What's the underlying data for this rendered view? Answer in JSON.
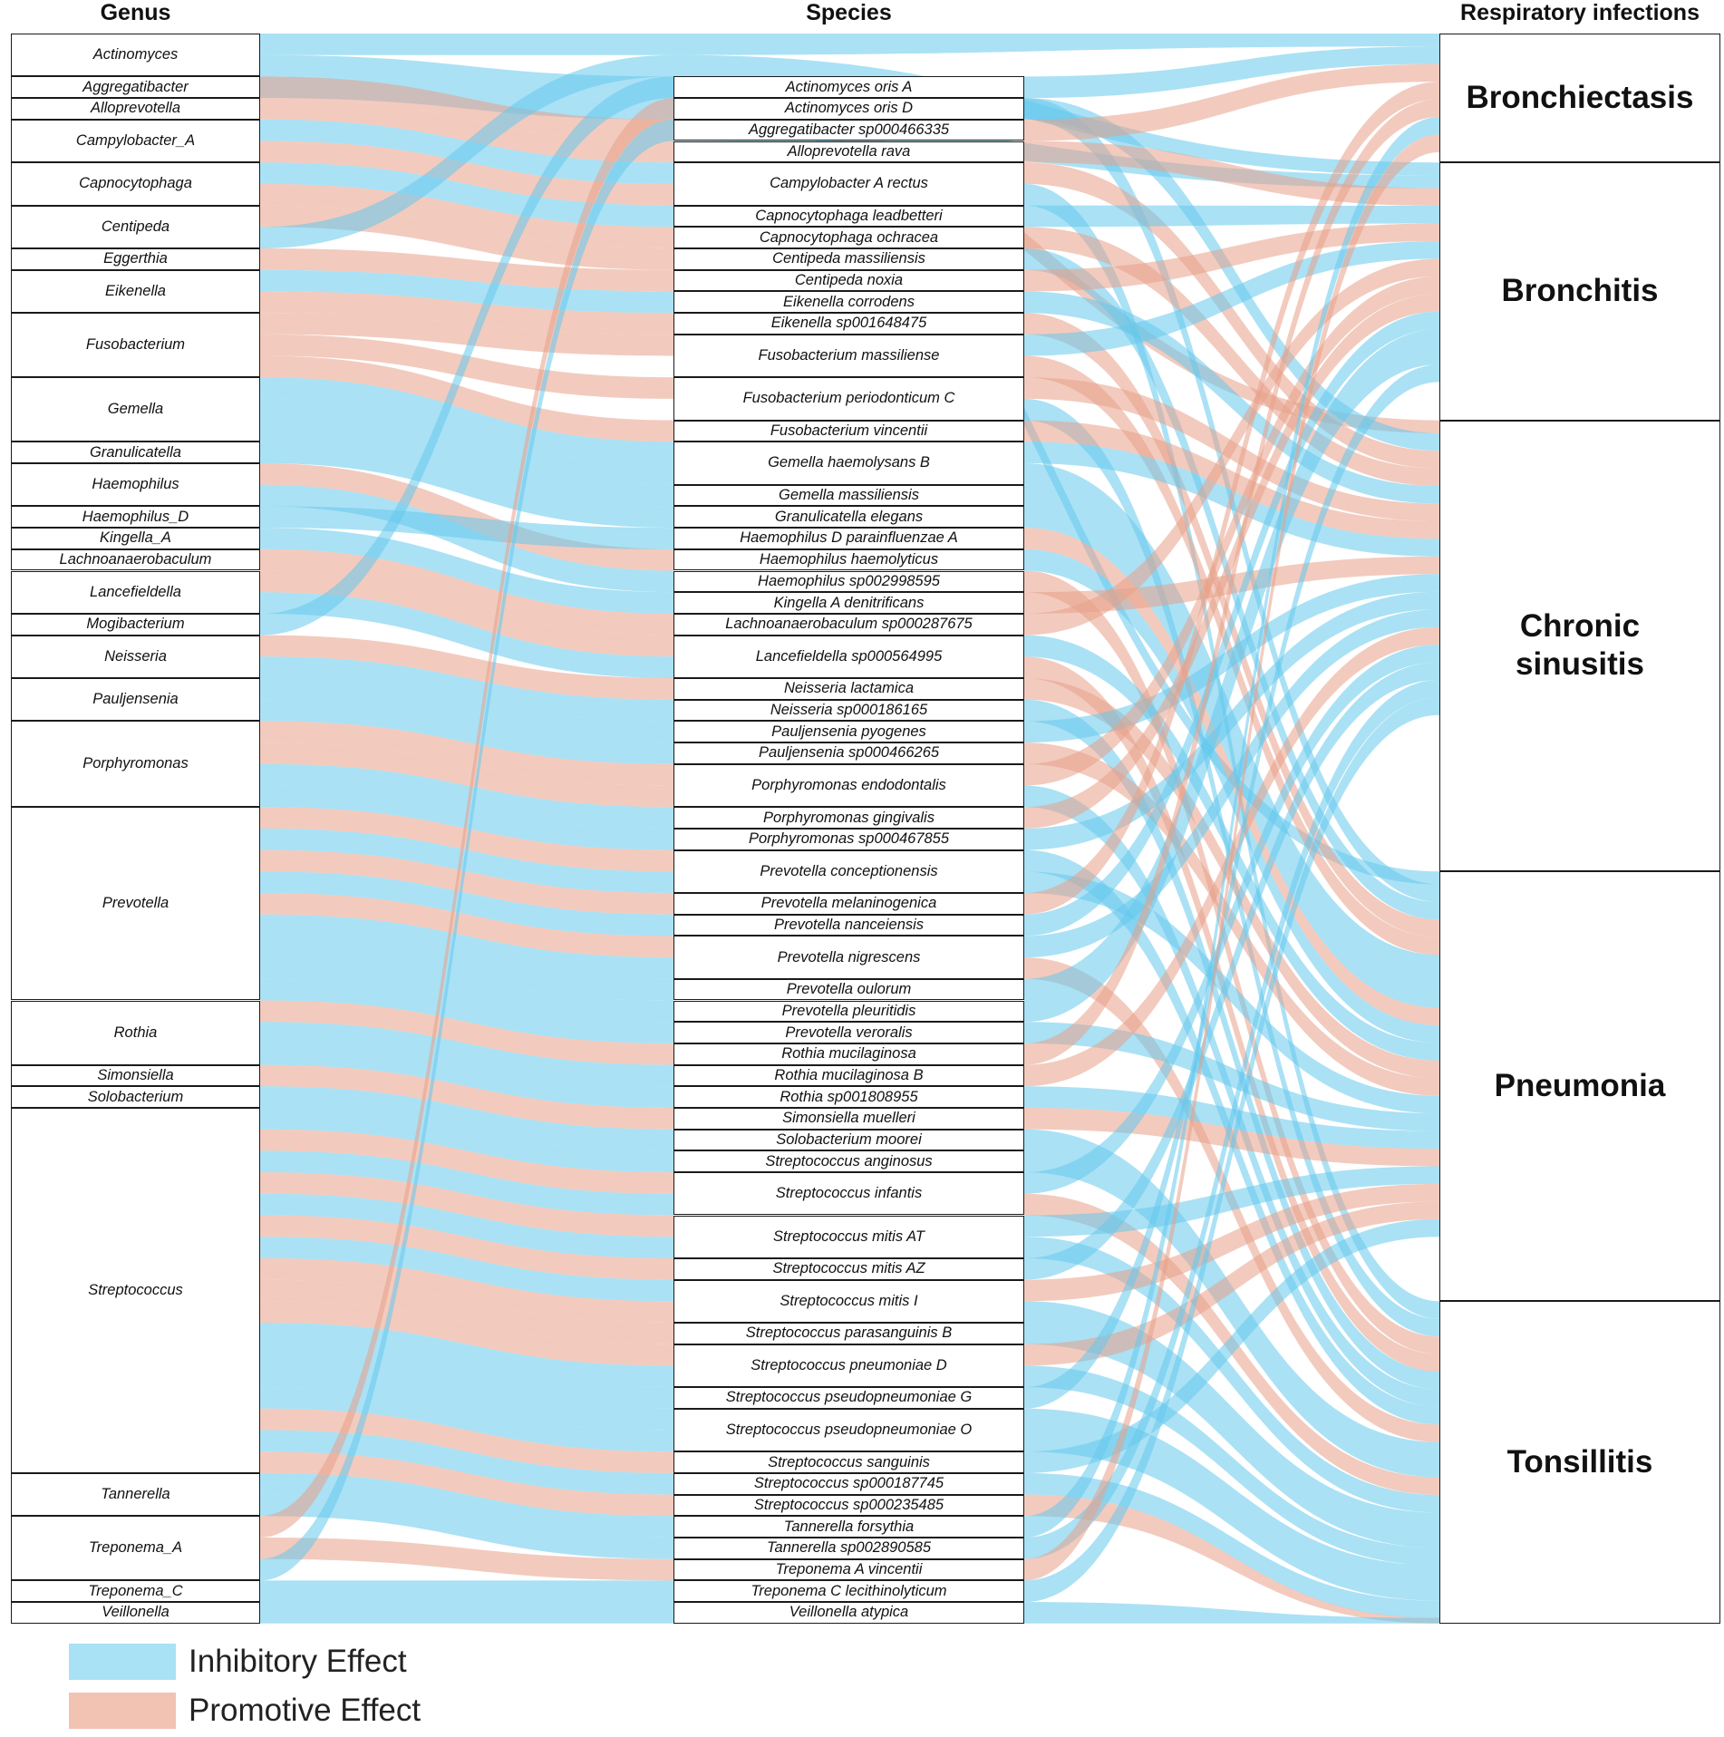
{
  "headers": {
    "genus": "Genus",
    "species": "Species",
    "infections": "Respiratory infections"
  },
  "colors": {
    "inhibitory": "#64c8ec",
    "promotive": "#e8a088",
    "node_border": "#1a1a1a"
  },
  "legend": {
    "inhibitory": "Inhibitory Effect",
    "promotive": "Promotive Effect"
  },
  "genus": [
    {
      "label": "Actinomyces",
      "w": 2
    },
    {
      "label": "Aggregatibacter",
      "w": 1
    },
    {
      "label": "Alloprevotella",
      "w": 1
    },
    {
      "label": "Campylobacter_A",
      "w": 2
    },
    {
      "label": "Capnocytophaga",
      "w": 2
    },
    {
      "label": "Centipeda",
      "w": 2
    },
    {
      "label": "Eggerthia",
      "w": 1
    },
    {
      "label": "Eikenella",
      "w": 2
    },
    {
      "label": "Fusobacterium",
      "w": 3
    },
    {
      "label": "Gemella",
      "w": 3
    },
    {
      "label": "Granulicatella",
      "w": 1
    },
    {
      "label": "Haemophilus",
      "w": 2
    },
    {
      "label": "Haemophilus_D",
      "w": 1
    },
    {
      "label": "Kingella_A",
      "w": 1
    },
    {
      "label": "Lachnoanaerobaculum",
      "w": 1
    },
    {
      "label": "Lancefieldella",
      "w": 2
    },
    {
      "label": "Mogibacterium",
      "w": 1
    },
    {
      "label": "Neisseria",
      "w": 2
    },
    {
      "label": "Pauljensenia",
      "w": 2
    },
    {
      "label": "Porphyromonas",
      "w": 4
    },
    {
      "label": "Prevotella",
      "w": 9
    },
    {
      "label": "Rothia",
      "w": 3
    },
    {
      "label": "Simonsiella",
      "w": 1
    },
    {
      "label": "Solobacterium",
      "w": 1
    },
    {
      "label": "Streptococcus",
      "w": 17
    },
    {
      "label": "Tannerella",
      "w": 2
    },
    {
      "label": "Treponema_A",
      "w": 3
    },
    {
      "label": "Treponema_C",
      "w": 1
    },
    {
      "label": "Veillonella",
      "w": 1
    }
  ],
  "species_top_gap_units": 2,
  "species": [
    {
      "label": "Actinomyces oris A",
      "w": 1
    },
    {
      "label": "Actinomyces oris D",
      "w": 1
    },
    {
      "label": "Aggregatibacter sp000466335",
      "w": 1
    },
    {
      "label": "Alloprevotella rava",
      "w": 1
    },
    {
      "label": "Campylobacter A rectus",
      "w": 2
    },
    {
      "label": "Capnocytophaga leadbetteri",
      "w": 1
    },
    {
      "label": "Capnocytophaga ochracea",
      "w": 1
    },
    {
      "label": "Centipeda massiliensis",
      "w": 1
    },
    {
      "label": "Centipeda noxia",
      "w": 1
    },
    {
      "label": "Eikenella corrodens",
      "w": 1
    },
    {
      "label": "Eikenella sp001648475",
      "w": 1
    },
    {
      "label": "Fusobacterium massiliense",
      "w": 2
    },
    {
      "label": "Fusobacterium periodonticum C",
      "w": 2
    },
    {
      "label": "Fusobacterium vincentii",
      "w": 1
    },
    {
      "label": "Gemella haemolysans B",
      "w": 2
    },
    {
      "label": "Gemella massiliensis",
      "w": 1
    },
    {
      "label": "Granulicatella elegans",
      "w": 1
    },
    {
      "label": "Haemophilus D parainfluenzae A",
      "w": 1
    },
    {
      "label": "Haemophilus haemolyticus",
      "w": 1
    },
    {
      "label": "Haemophilus sp002998595",
      "w": 1
    },
    {
      "label": "Kingella A denitrificans",
      "w": 1
    },
    {
      "label": "Lachnoanaerobaculum sp000287675",
      "w": 1
    },
    {
      "label": "Lancefieldella sp000564995",
      "w": 2
    },
    {
      "label": "Neisseria lactamica",
      "w": 1
    },
    {
      "label": "Neisseria sp000186165",
      "w": 1
    },
    {
      "label": "Pauljensenia pyogenes",
      "w": 1
    },
    {
      "label": "Pauljensenia sp000466265",
      "w": 1
    },
    {
      "label": "Porphyromonas endodontalis",
      "w": 2
    },
    {
      "label": "Porphyromonas gingivalis",
      "w": 1
    },
    {
      "label": "Porphyromonas sp000467855",
      "w": 1
    },
    {
      "label": "Prevotella conceptionensis",
      "w": 2
    },
    {
      "label": "Prevotella melaninogenica",
      "w": 1
    },
    {
      "label": "Prevotella nanceiensis",
      "w": 1
    },
    {
      "label": "Prevotella nigrescens",
      "w": 2
    },
    {
      "label": "Prevotella oulorum",
      "w": 1
    },
    {
      "label": "Prevotella pleuritidis",
      "w": 1
    },
    {
      "label": "Prevotella veroralis",
      "w": 1
    },
    {
      "label": "Rothia mucilaginosa",
      "w": 1
    },
    {
      "label": "Rothia mucilaginosa B",
      "w": 1
    },
    {
      "label": "Rothia sp001808955",
      "w": 1
    },
    {
      "label": "Simonsiella muelleri",
      "w": 1
    },
    {
      "label": "Solobacterium moorei",
      "w": 1
    },
    {
      "label": "Streptococcus anginosus",
      "w": 1
    },
    {
      "label": "Streptococcus infantis",
      "w": 2
    },
    {
      "label": "Streptococcus mitis AT",
      "w": 2
    },
    {
      "label": "Streptococcus mitis AZ",
      "w": 1
    },
    {
      "label": "Streptococcus mitis I",
      "w": 2
    },
    {
      "label": "Streptococcus parasanguinis B",
      "w": 1
    },
    {
      "label": "Streptococcus pneumoniae D",
      "w": 2
    },
    {
      "label": "Streptococcus pseudopneumoniae G",
      "w": 1
    },
    {
      "label": "Streptococcus pseudopneumoniae O",
      "w": 2
    },
    {
      "label": "Streptococcus sanguinis",
      "w": 1
    },
    {
      "label": "Streptococcus sp000187745",
      "w": 1
    },
    {
      "label": "Streptococcus sp000235485",
      "w": 1
    },
    {
      "label": "Tannerella forsythia",
      "w": 1
    },
    {
      "label": "Tannerella sp002890585",
      "w": 1
    },
    {
      "label": "Treponema A vincentii",
      "w": 1
    },
    {
      "label": "Treponema C lecithinolyticum",
      "w": 1
    },
    {
      "label": "Veillonella atypica",
      "w": 1
    }
  ],
  "infections": [
    {
      "label": "Bronchiectasis",
      "w": 6
    },
    {
      "label": "Bronchitis",
      "w": 12
    },
    {
      "label": "Chronic\nsinusitis",
      "w": 21
    },
    {
      "label": "Pneumonia",
      "w": 20
    },
    {
      "label": "Tonsillitis",
      "w": 15
    }
  ],
  "flows_gs": [
    [
      0,
      -1,
      "i"
    ],
    [
      0,
      0,
      "i"
    ],
    [
      0,
      1,
      "i"
    ],
    [
      1,
      2,
      "p"
    ],
    [
      2,
      3,
      "p"
    ],
    [
      3,
      4,
      "i"
    ],
    [
      3,
      4,
      "p"
    ],
    [
      4,
      5,
      "i"
    ],
    [
      4,
      6,
      "p"
    ],
    [
      5,
      7,
      "p"
    ],
    [
      5,
      -1,
      "i"
    ],
    [
      6,
      8,
      "p"
    ],
    [
      7,
      9,
      "i"
    ],
    [
      7,
      10,
      "p"
    ],
    [
      8,
      11,
      "p"
    ],
    [
      8,
      12,
      "p"
    ],
    [
      8,
      13,
      "p"
    ],
    [
      9,
      14,
      "i"
    ],
    [
      9,
      14,
      "i"
    ],
    [
      9,
      15,
      "i"
    ],
    [
      10,
      16,
      "i"
    ],
    [
      11,
      18,
      "p"
    ],
    [
      11,
      19,
      "i"
    ],
    [
      12,
      17,
      "i"
    ],
    [
      13,
      20,
      "i"
    ],
    [
      14,
      21,
      "p"
    ],
    [
      15,
      22,
      "p"
    ],
    [
      15,
      22,
      "i"
    ],
    [
      16,
      -1,
      "i"
    ],
    [
      17,
      23,
      "p"
    ],
    [
      17,
      24,
      "i"
    ],
    [
      18,
      25,
      "i"
    ],
    [
      18,
      26,
      "i"
    ],
    [
      19,
      27,
      "p"
    ],
    [
      19,
      27,
      "p"
    ],
    [
      19,
      28,
      "i"
    ],
    [
      19,
      29,
      "i"
    ],
    [
      20,
      30,
      "p"
    ],
    [
      20,
      30,
      "i"
    ],
    [
      20,
      31,
      "p"
    ],
    [
      20,
      32,
      "i"
    ],
    [
      20,
      33,
      "p"
    ],
    [
      20,
      33,
      "i"
    ],
    [
      20,
      34,
      "i"
    ],
    [
      20,
      35,
      "i"
    ],
    [
      20,
      36,
      "i"
    ],
    [
      21,
      37,
      "p"
    ],
    [
      21,
      38,
      "i"
    ],
    [
      21,
      39,
      "i"
    ],
    [
      22,
      40,
      "p"
    ],
    [
      23,
      41,
      "i"
    ],
    [
      24,
      42,
      "i"
    ],
    [
      24,
      43,
      "p"
    ],
    [
      24,
      43,
      "i"
    ],
    [
      24,
      44,
      "p"
    ],
    [
      24,
      44,
      "i"
    ],
    [
      24,
      45,
      "p"
    ],
    [
      24,
      46,
      "i"
    ],
    [
      24,
      46,
      "p"
    ],
    [
      24,
      47,
      "p"
    ],
    [
      24,
      48,
      "p"
    ],
    [
      24,
      48,
      "i"
    ],
    [
      24,
      49,
      "i"
    ],
    [
      24,
      50,
      "i"
    ],
    [
      24,
      50,
      "i"
    ],
    [
      24,
      51,
      "p"
    ],
    [
      24,
      52,
      "i"
    ],
    [
      24,
      53,
      "p"
    ],
    [
      25,
      54,
      "i"
    ],
    [
      25,
      55,
      "i"
    ],
    [
      26,
      -1,
      "p"
    ],
    [
      26,
      56,
      "p"
    ],
    [
      26,
      -1,
      "i"
    ],
    [
      27,
      57,
      "i"
    ],
    [
      28,
      58,
      "i"
    ]
  ],
  "flows_si": [
    [
      0,
      0,
      "i"
    ],
    [
      0,
      3,
      "i"
    ],
    [
      1,
      2,
      "i"
    ],
    [
      2,
      0,
      "p"
    ],
    [
      3,
      1,
      "p"
    ],
    [
      4,
      2,
      "p"
    ],
    [
      4,
      4,
      "i"
    ],
    [
      5,
      1,
      "i"
    ],
    [
      6,
      2,
      "p"
    ],
    [
      7,
      3,
      "i"
    ],
    [
      8,
      1,
      "p"
    ],
    [
      9,
      2,
      "i"
    ],
    [
      10,
      3,
      "p"
    ],
    [
      11,
      1,
      "i"
    ],
    [
      11,
      3,
      "p"
    ],
    [
      12,
      2,
      "p"
    ],
    [
      12,
      4,
      "i"
    ],
    [
      13,
      2,
      "p"
    ],
    [
      14,
      2,
      "i"
    ],
    [
      14,
      3,
      "i"
    ],
    [
      15,
      3,
      "i"
    ],
    [
      16,
      3,
      "i"
    ],
    [
      17,
      3,
      "p"
    ],
    [
      18,
      3,
      "i"
    ],
    [
      19,
      4,
      "p"
    ],
    [
      20,
      2,
      "p"
    ],
    [
      21,
      1,
      "p"
    ],
    [
      22,
      3,
      "i"
    ],
    [
      22,
      4,
      "p"
    ],
    [
      23,
      3,
      "p"
    ],
    [
      24,
      4,
      "i"
    ],
    [
      25,
      2,
      "i"
    ],
    [
      26,
      3,
      "p"
    ],
    [
      27,
      1,
      "p"
    ],
    [
      27,
      4,
      "i"
    ],
    [
      28,
      1,
      "p"
    ],
    [
      29,
      2,
      "i"
    ],
    [
      30,
      4,
      "i"
    ],
    [
      30,
      3,
      "i"
    ],
    [
      31,
      0,
      "p"
    ],
    [
      32,
      1,
      "i"
    ],
    [
      33,
      2,
      "i"
    ],
    [
      33,
      4,
      "p"
    ],
    [
      34,
      1,
      "i"
    ],
    [
      35,
      1,
      "i"
    ],
    [
      36,
      3,
      "i"
    ],
    [
      37,
      0,
      "p"
    ],
    [
      38,
      2,
      "p"
    ],
    [
      39,
      3,
      "i"
    ],
    [
      40,
      3,
      "p"
    ],
    [
      41,
      4,
      "i"
    ],
    [
      42,
      4,
      "i"
    ],
    [
      43,
      2,
      "i"
    ],
    [
      43,
      4,
      "p"
    ],
    [
      44,
      3,
      "i"
    ],
    [
      44,
      4,
      "i"
    ],
    [
      45,
      2,
      "i"
    ],
    [
      46,
      3,
      "p"
    ],
    [
      46,
      4,
      "i"
    ],
    [
      47,
      4,
      "i"
    ],
    [
      48,
      3,
      "p"
    ],
    [
      48,
      4,
      "i"
    ],
    [
      49,
      1,
      "i"
    ],
    [
      50,
      4,
      "i"
    ],
    [
      50,
      4,
      "i"
    ],
    [
      51,
      3,
      "i"
    ],
    [
      52,
      4,
      "i"
    ],
    [
      53,
      4,
      "p"
    ],
    [
      54,
      0,
      "i"
    ],
    [
      55,
      2,
      "i"
    ],
    [
      56,
      0,
      "p"
    ],
    [
      57,
      2,
      "i"
    ],
    [
      58,
      4,
      "i"
    ]
  ]
}
